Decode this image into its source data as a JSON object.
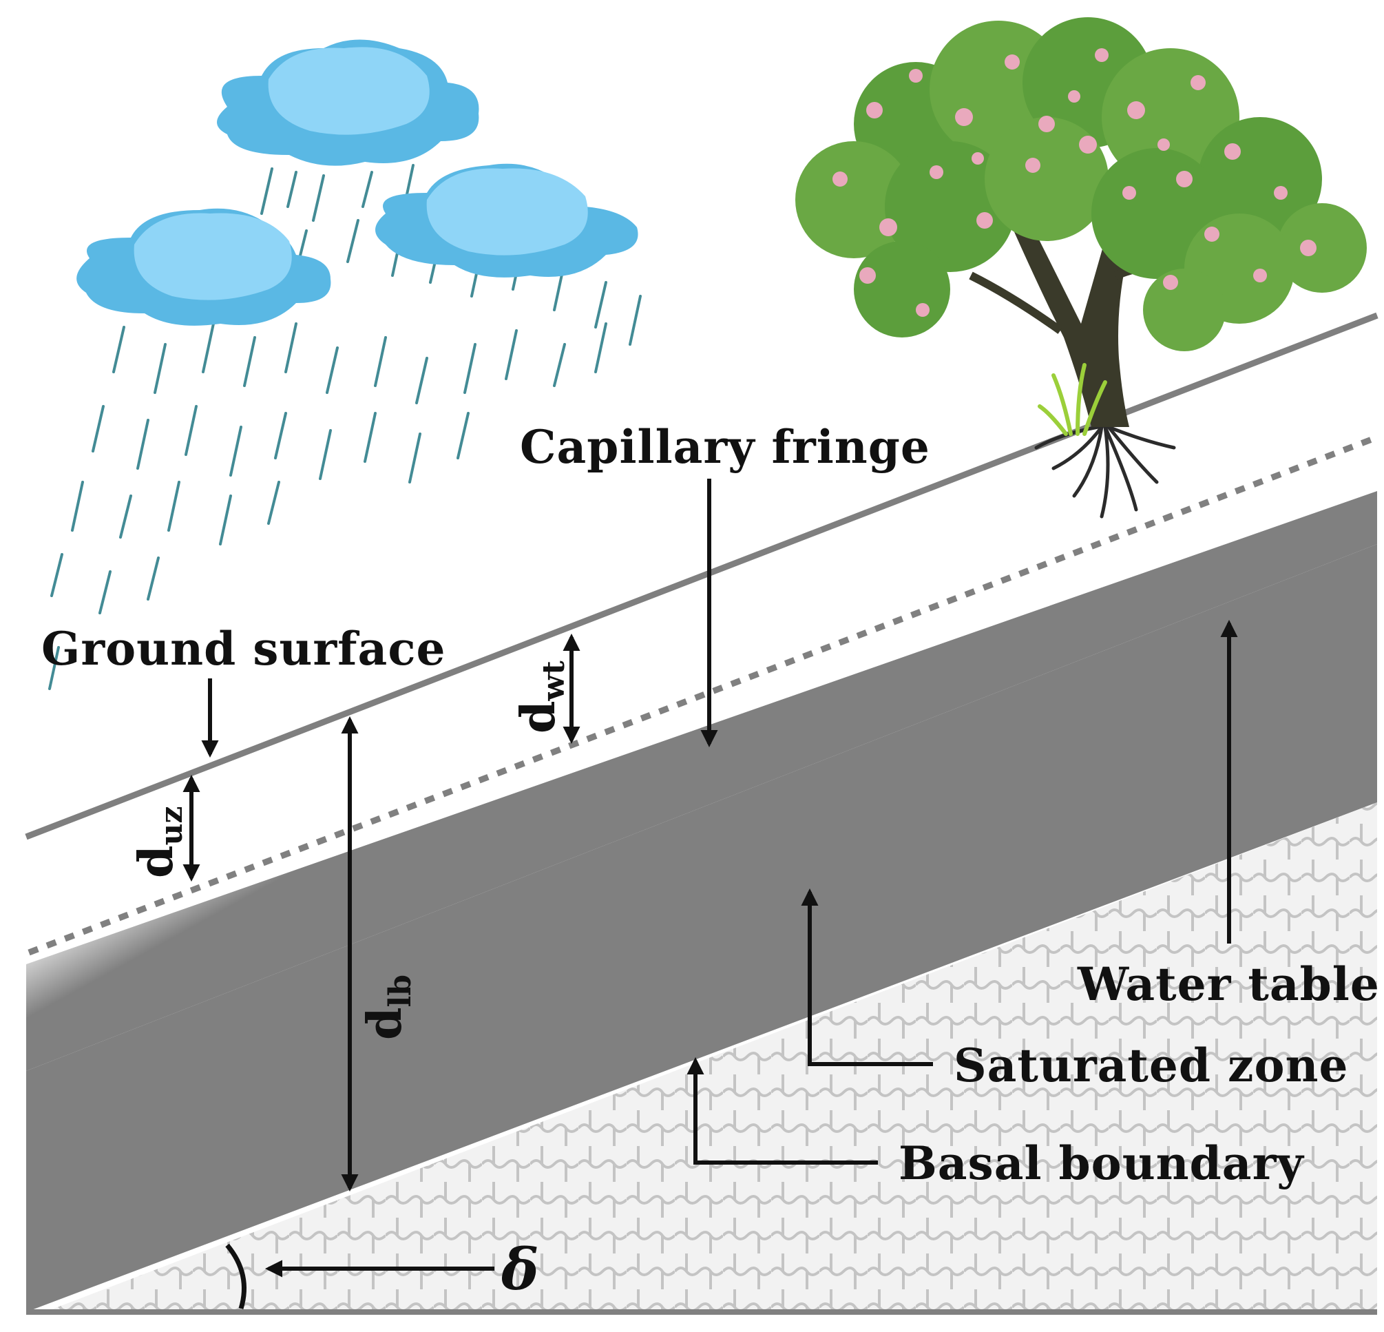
{
  "labels": {
    "capillary_fringe": "Capillary fringe",
    "ground_surface": "Ground surface",
    "water_table": "Water table",
    "saturated_zone": "Saturated zone",
    "basal_boundary": "Basal boundary"
  },
  "symbols": {
    "d_wt": {
      "base": "d",
      "sub": "wt"
    },
    "d_uz": {
      "base": "d",
      "sub": "uz"
    },
    "d_lb": {
      "base": "d",
      "sub": "lb"
    },
    "delta": "δ"
  },
  "colors": {
    "ground_line": "#808080",
    "saturated_zone": "#808080",
    "bedrock": "#f2f2f2",
    "bedrock_pattern": "#c4c4c4",
    "cloud": "#5ab8e4",
    "cloud_top": "#8fd5f7",
    "rain": "#2f7f8a",
    "tree_foliage": "#5c9e3c",
    "tree_blossom": "#e9a9bd",
    "trunk": "#3a3a2a",
    "arrow": "#111111"
  },
  "icons": [
    "rain-cloud-icon",
    "tree-icon"
  ]
}
